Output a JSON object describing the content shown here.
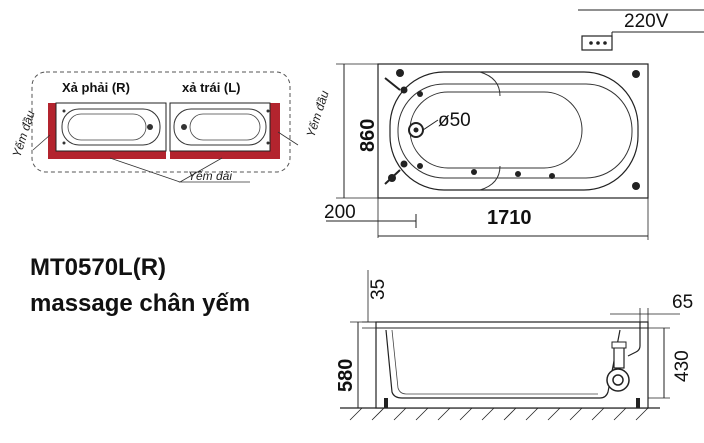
{
  "diagram": {
    "power_label": "220V",
    "model": "MT0570L(R)",
    "subtitle": "massage chân yếm",
    "variants": {
      "right_label": "Xả phải (R)",
      "left_label": "xả trái (L)",
      "end_panel_left": "Yếm đầu",
      "end_panel_right": "Yếm đầu",
      "long_panel": "Yếm dài"
    },
    "top_view": {
      "height": "860",
      "length": "1710",
      "offset": "200",
      "drain": "ø50"
    },
    "side_view": {
      "rim": "35",
      "edge": "65",
      "total_height": "580",
      "tub_depth": "430"
    },
    "colors": {
      "panel_red": "#b3242e",
      "line": "#222222"
    }
  }
}
